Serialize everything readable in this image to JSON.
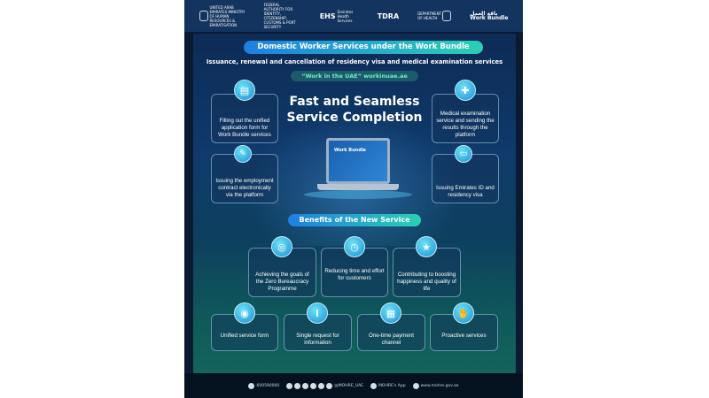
{
  "header": {
    "logos": [
      {
        "name": "United Arab Emirates Ministry of Human Resources & Emiratisation",
        "text": "UNITED ARAB EMIRATES MINISTRY OF HUMAN RESOURCES & EMIRATISATION"
      },
      {
        "name": "Federal Authority for Identity, Citizenship, Customs & Port Security",
        "text": "FEDERAL AUTHORITY FOR IDENTITY, CITIZENSHIP, CUSTOMS & PORT SECURITY"
      },
      {
        "name": "EHS",
        "text": "EHS",
        "sub": "Emirates Health Services"
      },
      {
        "name": "TDRA",
        "text": "TDRA"
      },
      {
        "name": "Department of Health",
        "text": "DEPARTMENT OF HEALTH"
      },
      {
        "name": "Work Bundle",
        "text": "Work Bundle",
        "arabic": "باقة العمل"
      }
    ]
  },
  "title": "Domestic Worker Services under the Work Bundle",
  "subtitle": "Issuance, renewal and cancellation of residency visa and medical examination services",
  "platform": "“Work in the UAE” workinuae.ae",
  "headline": "Fast and Seamless Service Completion",
  "laptop_label": "Work Bundle",
  "steps": [
    {
      "label": "Filling out the unified application form for Work Bundle services",
      "icon": "form-icon"
    },
    {
      "label": "Issuing the employment contract electronically via the platform",
      "icon": "contract-icon"
    },
    {
      "label": "Medical examination service and sending the results through the platform",
      "icon": "medical-icon"
    },
    {
      "label": "Issuing Emirates ID and residency visa",
      "icon": "id-card-icon"
    }
  ],
  "benefits_title": "Benefits of the New Service",
  "benefits": [
    {
      "label": "Achieving the goals of the Zero Bureaucracy Programme",
      "icon": "goal-icon"
    },
    {
      "label": "Reducing time and effort for customers",
      "icon": "clock-icon"
    },
    {
      "label": "Contributing to boosting happiness and quality of life",
      "icon": "stars-icon"
    },
    {
      "label": "Unified service form",
      "icon": "target-icon"
    },
    {
      "label": "Single request for information",
      "icon": "info-icon"
    },
    {
      "label": "One-time payment channel",
      "icon": "payment-icon"
    },
    {
      "label": "Proactive services",
      "icon": "hand-icon"
    }
  ],
  "footer": {
    "phone": "600590000",
    "social": "@MOHRE_UAE",
    "app": "MOHRE's App",
    "website": "www.mohre.gov.ae"
  }
}
